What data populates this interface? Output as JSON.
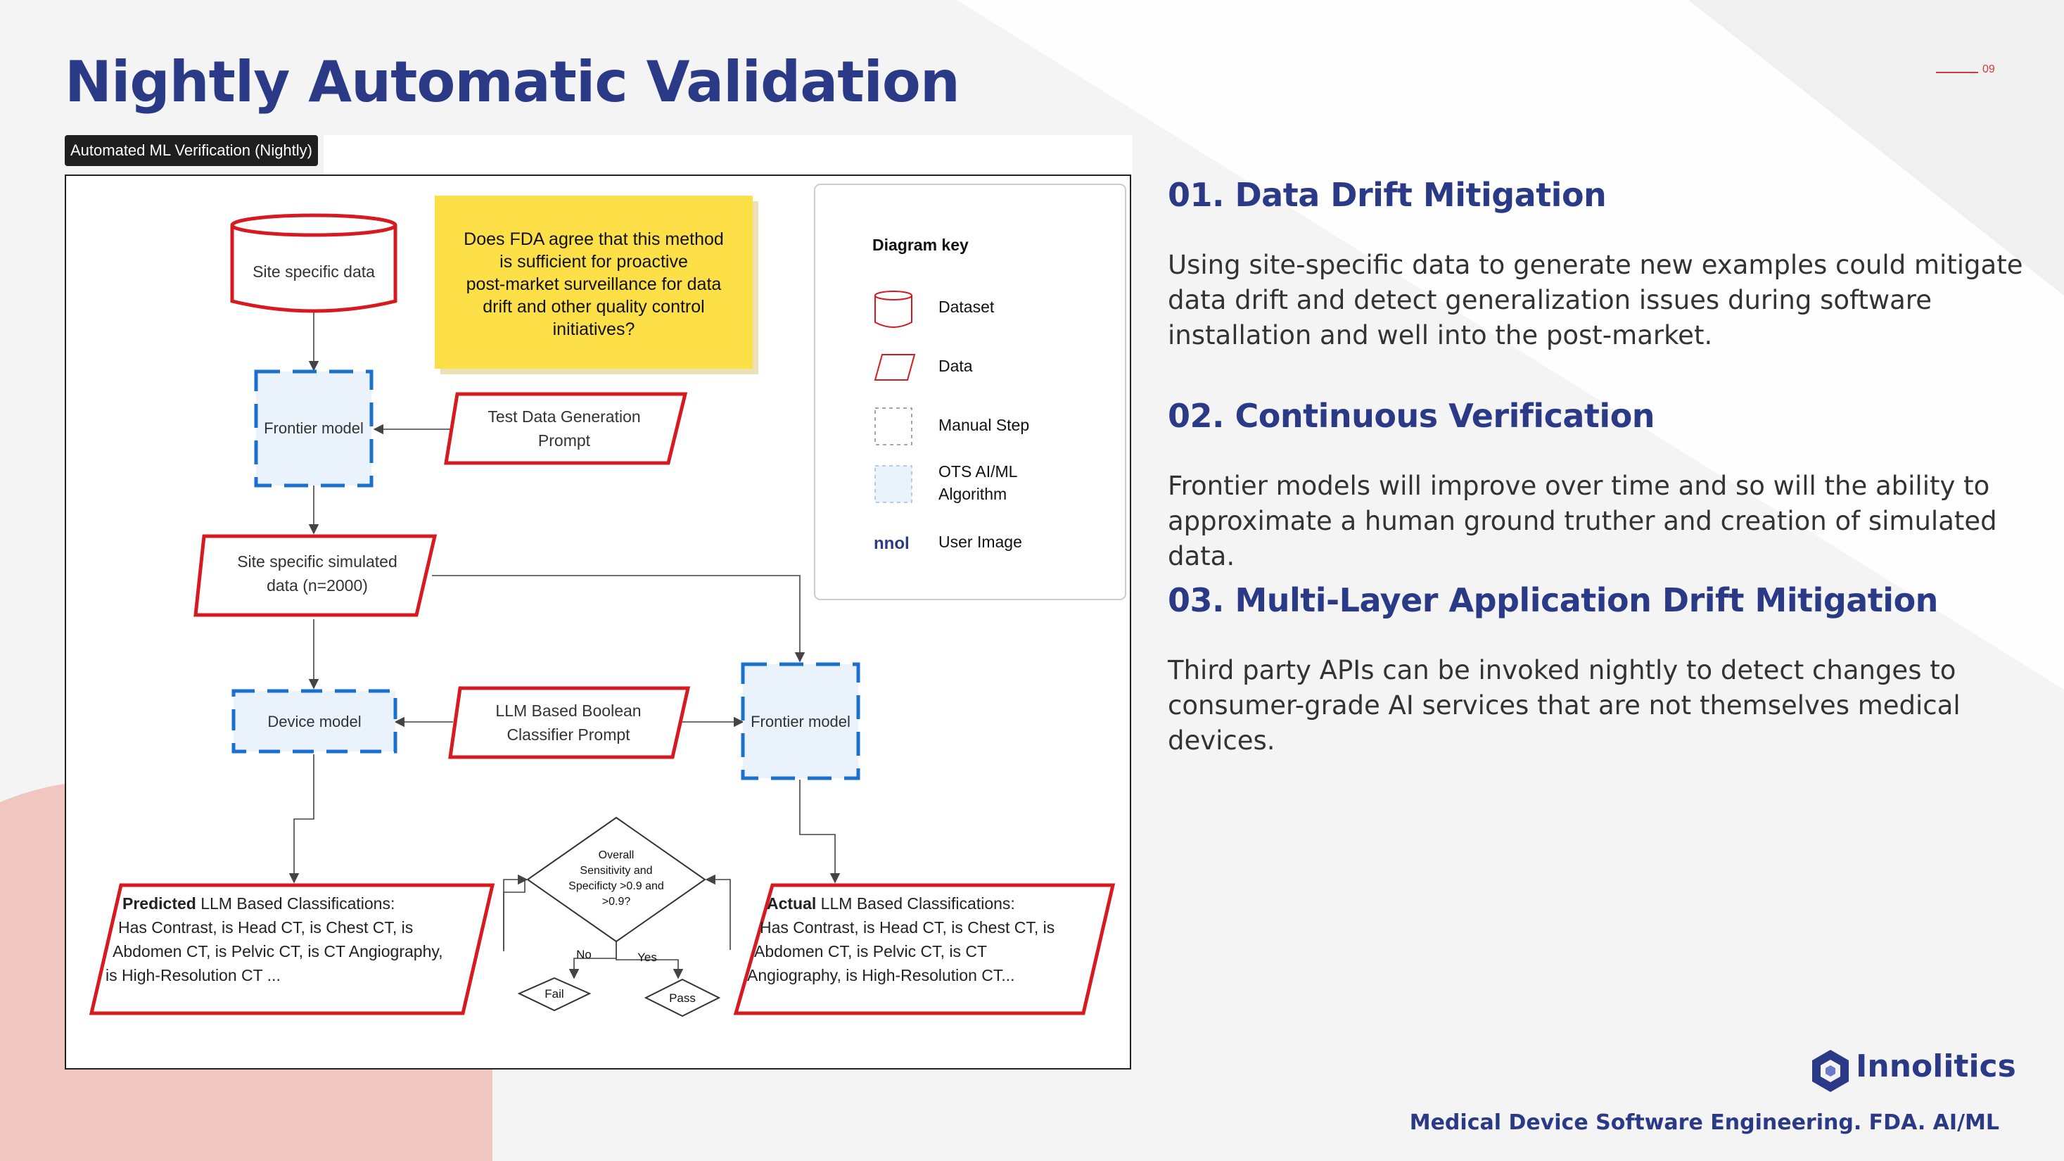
{
  "slide": {
    "title": "Nightly Automatic Validation",
    "page_number": "09"
  },
  "diagram": {
    "tag": "Automated ML Verification (Nightly)",
    "nodes": {
      "site_data": "Site specific data",
      "frontier_top": "Frontier model",
      "test_prompt": [
        "Test Data Generation",
        "Prompt"
      ],
      "simulated": [
        "Site specific simulated",
        "data (n=2000)"
      ],
      "device_model": "Device model",
      "classifier_prompt": [
        "LLM Based Boolean",
        "Classifier Prompt"
      ],
      "frontier_right": "Frontier model",
      "decision": [
        "Overall",
        "Sensitivity and",
        "Specificty >0.9 and",
        ">0.9?"
      ],
      "no_label": "No",
      "yes_label": "Yes",
      "fail": "Fail",
      "pass": "Pass",
      "predicted": {
        "bold": "Predicted",
        "lines": [
          " LLM Based Classifications:",
          "Has Contrast, is Head CT, is Chest CT, is",
          "Abdomen CT, is Pelvic CT, is CT Angiography,",
          "is High-Resolution CT ..."
        ]
      },
      "actual": {
        "bold": "Actual",
        "lines": [
          " LLM Based Classifications:",
          "Has Contrast, is Head CT, is Chest CT, is",
          "Abdomen CT, is Pelvic CT, is CT",
          "Angiography, is High-Resolution CT..."
        ]
      }
    },
    "sticky_note": [
      "Does FDA agree that this method",
      "is sufficient for proactive",
      "post-market surveillance for data",
      "drift and other quality control",
      "initiatives?"
    ],
    "key": {
      "title": "Diagram key",
      "items": [
        {
          "label": [
            "Dataset"
          ],
          "icon": "cylinder-icon"
        },
        {
          "label": [
            "Data"
          ],
          "icon": "parallelogram-icon"
        },
        {
          "label": [
            "Manual Step"
          ],
          "icon": "dashed-box-icon"
        },
        {
          "label": [
            "OTS AI/ML",
            "Algorithm"
          ],
          "icon": "blue-dashed-box-icon"
        },
        {
          "label": [
            "User Image"
          ],
          "icon": "logo-fragment-icon",
          "icon_text": "nnol"
        }
      ]
    },
    "colors": {
      "red": "#d71920",
      "blue": "#1b6fd1",
      "blue_fill": "#eaf2fb",
      "sticky": "#fde047"
    }
  },
  "sections": [
    {
      "heading": "01. Data Drift Mitigation",
      "body": [
        "Using site-specific data to generate new examples could mitigate",
        "data drift and detect generalization issues during software",
        "installation and well into the post-market."
      ]
    },
    {
      "heading": "02. Continuous Verification",
      "body": [
        "Frontier models will improve over time and so will the ability to",
        "approximate a human ground truther and creation of simulated data."
      ]
    },
    {
      "heading": "03. Multi-Layer Application Drift Mitigation",
      "body": [
        "Third party APIs can be invoked nightly to detect changes to",
        "consumer-grade AI services that are not themselves medical",
        "devices."
      ]
    }
  ],
  "brand": {
    "name": "Innolitics",
    "tagline": "Medical Device Software Engineering. FDA. AI/ML",
    "color": "#2b3a86"
  }
}
